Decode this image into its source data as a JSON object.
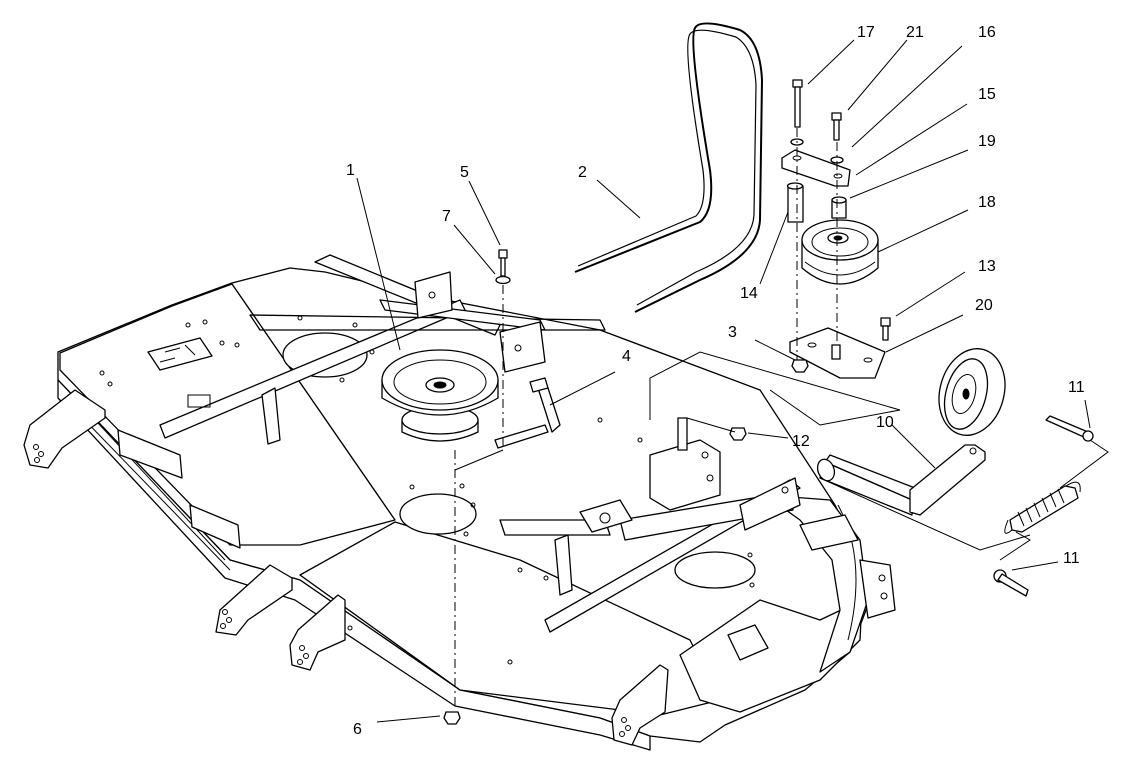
{
  "callouts": [
    {
      "id": "c1",
      "label": "1"
    },
    {
      "id": "c2",
      "label": "2"
    },
    {
      "id": "c3",
      "label": "3"
    },
    {
      "id": "c4",
      "label": "4"
    },
    {
      "id": "c5",
      "label": "5"
    },
    {
      "id": "c6",
      "label": "6"
    },
    {
      "id": "c7",
      "label": "7"
    },
    {
      "id": "c10",
      "label": "10"
    },
    {
      "id": "c11a",
      "label": "11"
    },
    {
      "id": "c11b",
      "label": "11"
    },
    {
      "id": "c12",
      "label": "12"
    },
    {
      "id": "c13",
      "label": "13"
    },
    {
      "id": "c14",
      "label": "14"
    },
    {
      "id": "c15",
      "label": "15"
    },
    {
      "id": "c16",
      "label": "16"
    },
    {
      "id": "c17",
      "label": "17"
    },
    {
      "id": "c18",
      "label": "18"
    },
    {
      "id": "c19",
      "label": "19"
    },
    {
      "id": "c20",
      "label": "20"
    },
    {
      "id": "c21",
      "label": "21"
    }
  ]
}
